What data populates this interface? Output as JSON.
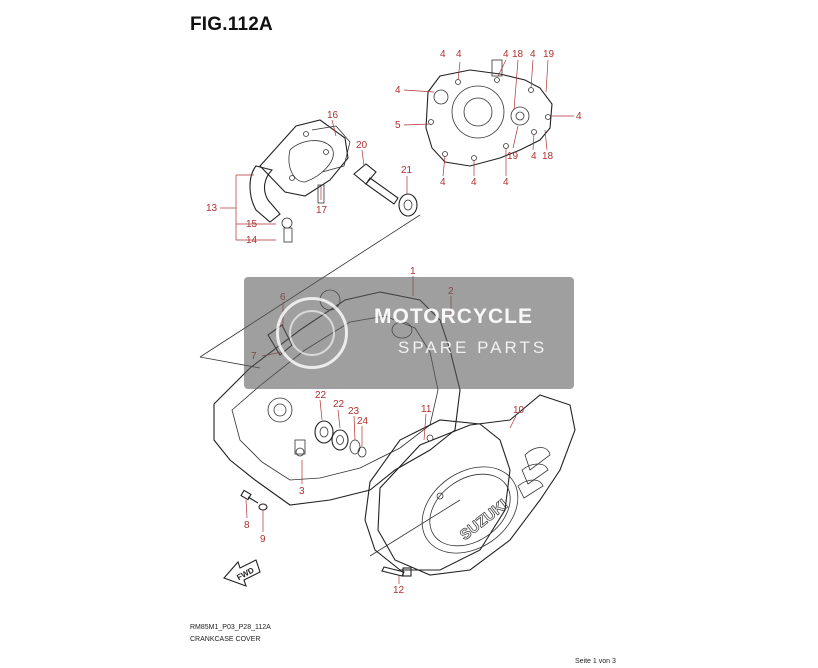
{
  "title": "FIG.112A",
  "watermark": {
    "line1": "MOTORCYCLE",
    "line2": "SPARE PARTS"
  },
  "brand_text": "SUZUKI",
  "fwd_label": "FWD",
  "footer": {
    "code": "RM85M1_P03_P28_112A",
    "caption": "CRANKCASE COVER",
    "page": "Seite 1 von 3"
  },
  "callouts": [
    "4",
    "4",
    "4",
    "19",
    "18",
    "4",
    "4",
    "5",
    "4",
    "19",
    "4",
    "18",
    "4",
    "4",
    "4",
    "16",
    "20",
    "21",
    "13",
    "17",
    "15",
    "14",
    "1",
    "2",
    "6",
    "7",
    "22",
    "22",
    "23",
    "24",
    "11",
    "10",
    "3",
    "8",
    "9",
    "12"
  ],
  "colors": {
    "callout": "#b03030",
    "line": "#222222",
    "watermark": "#5a5a5a"
  }
}
